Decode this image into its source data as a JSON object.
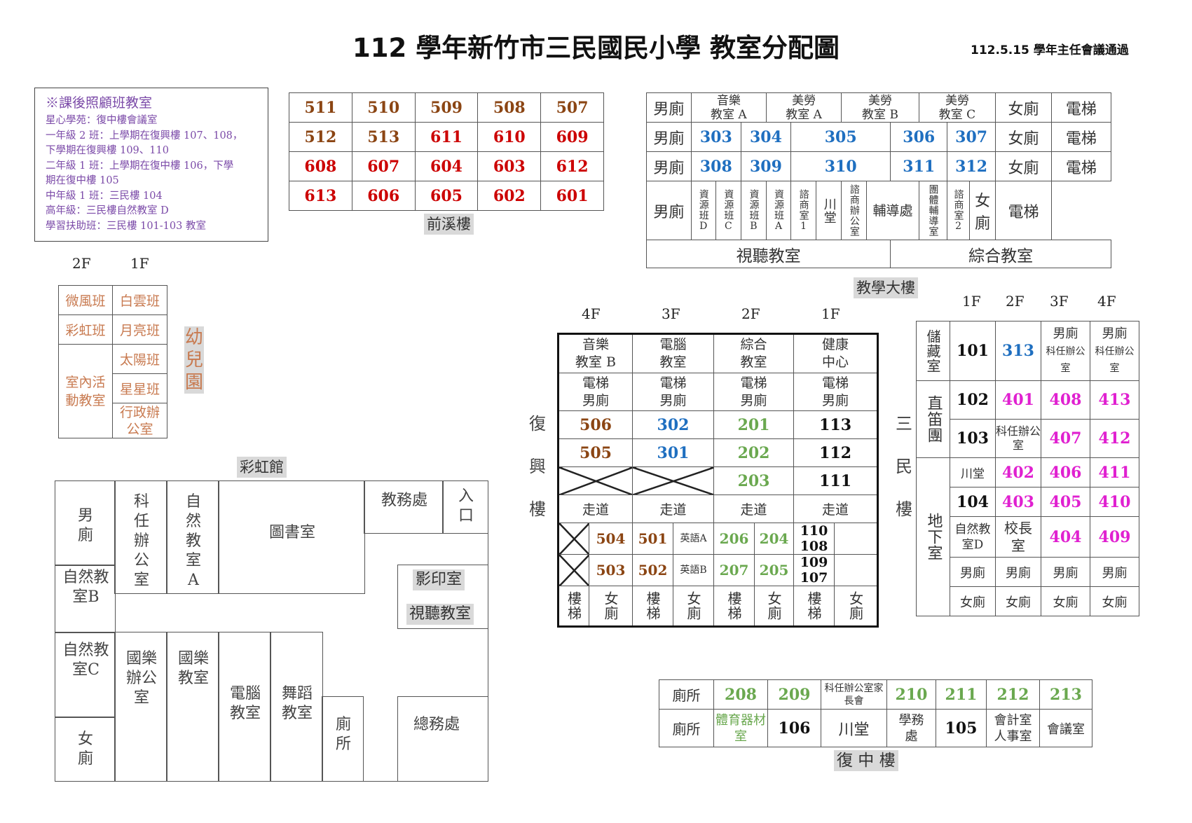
{
  "title": "112 學年新竹市三民國民小學  教室分配圖",
  "approval": "112.5.15 學年主任會議通過",
  "after_school": {
    "heading": "※課後照顧班教室",
    "lines": [
      "星心學苑：復中樓會議室",
      "一年級 2 班：上學期在復興樓 107、108，",
      "下學期在復興樓 109、110",
      "二年級 1 班：上學期在復中樓 106，下學",
      "期在復中樓 105",
      "中年級 1 班：三民樓 104",
      "高年級：三民樓自然教室 D",
      "學習扶助班：三民樓 101-103 教室"
    ]
  },
  "qianxi": {
    "name": "前溪樓",
    "rows": [
      [
        "511",
        "510",
        "509",
        "508",
        "507"
      ],
      [
        "512",
        "513",
        "611",
        "610",
        "609"
      ],
      [
        "608",
        "607",
        "604",
        "603",
        "612"
      ],
      [
        "613",
        "606",
        "605",
        "602",
        "601"
      ]
    ]
  },
  "teaching": {
    "name": "教學大樓",
    "male": "男廁",
    "female": "女廁",
    "elevator": "電梯",
    "row1": [
      "音樂教室 A",
      "美勞教室 A",
      "美勞教室 B",
      "美勞教室 C"
    ],
    "row1_lines": [
      [
        "音樂",
        "教室 A"
      ],
      [
        "美勞",
        "教室 A"
      ],
      [
        "美勞",
        "教室 B"
      ],
      [
        "美勞",
        "教室 C"
      ]
    ],
    "row2": [
      "303",
      "304",
      "305",
      "306",
      "307"
    ],
    "row3": [
      "308",
      "309",
      "310",
      "311",
      "312"
    ],
    "row4": {
      "res_d": "資源班D",
      "res_c": "資源班C",
      "res_b": "資源班B",
      "res_a": "資源班A",
      "counsel1": "諮商室1",
      "chuantang": "川堂",
      "counsel_office": "諮商辦公室",
      "guidance": "輔導處",
      "group_counsel": "團體輔導室",
      "counsel2": "諮商室2"
    },
    "av_room": "視聽教室",
    "multi_room": "綜合教室"
  },
  "kindergarten": {
    "name": "幼兒園",
    "floors": [
      "2F",
      "1F"
    ],
    "rows": [
      [
        "微風班",
        "白雲班"
      ],
      [
        "彩虹班",
        "月亮班"
      ]
    ],
    "activity": "室內活動教室",
    "sun": "太陽班",
    "star": "星星班",
    "admin": "行政辦公室"
  },
  "rainbow": {
    "name": "彩虹館",
    "male": "男廁",
    "science_b": "自然教室B",
    "subject_office": "科任辦公室",
    "science_a": "自然教室A",
    "library": "圖書室",
    "academic": "教務處",
    "entrance": "入口",
    "copy": "影印室",
    "av": "視聽教室",
    "science_c": "自然教室C",
    "music_office": "國樂辦公室",
    "music_room": "國樂教室",
    "computer": "電腦教室",
    "dance": "舞蹈教室",
    "toilet": "廁所",
    "general": "總務處",
    "female": "女廁"
  },
  "fuxing": {
    "name": "復興樓",
    "floors": [
      "4F",
      "3F",
      "2F",
      "1F"
    ],
    "special": [
      [
        "音樂",
        "教室 B"
      ],
      [
        "電腦",
        "教室"
      ],
      [
        "綜合",
        "教室"
      ],
      [
        "健康",
        "中心"
      ]
    ],
    "elevator_male": [
      "電梯",
      "男廁"
    ],
    "row_a": [
      "506",
      "302",
      "201",
      "113"
    ],
    "row_b": [
      "505",
      "301",
      "202",
      "112"
    ],
    "row_c": [
      "203",
      "111"
    ],
    "corridor": "走道",
    "row_d": [
      "504",
      "501",
      "英語A",
      "206",
      "204",
      "110",
      "108"
    ],
    "row_e": [
      "503",
      "502",
      "英語B",
      "207",
      "205",
      "109",
      "107"
    ],
    "stair": "樓梯",
    "female": "女廁"
  },
  "sanmin": {
    "name": "三民樓",
    "floors": [
      "1F",
      "2F",
      "3F",
      "4F"
    ],
    "storage": "儲藏室",
    "bamboo": "直笛團",
    "basement": "地下室",
    "male": "男廁",
    "female": "女廁",
    "subject_office": "科任辦公室",
    "chuantang": "川堂",
    "science_d": "自然教室D",
    "principal": "校長室",
    "r101": "101",
    "r313": "313",
    "r102": "102",
    "r401": "401",
    "r408": "408",
    "r413": "413",
    "r103": "103",
    "r407": "407",
    "r412": "412",
    "r402": "402",
    "r406": "406",
    "r411": "411",
    "r104": "104",
    "r403": "403",
    "r405": "405",
    "r410": "410",
    "r404": "404",
    "r409": "409"
  },
  "fuzhong": {
    "name": "復 中 樓",
    "toilet": "廁所",
    "row1": [
      "208",
      "209",
      "科任辦公室家長會",
      "210",
      "211",
      "212",
      "213"
    ],
    "row2": [
      "體育器材室",
      "106",
      "川堂",
      "學務處",
      "105",
      "會計室人事室",
      "會議室"
    ]
  },
  "colors": {
    "red": "#cc0000",
    "blue": "#1f6fc0",
    "green": "#6aa84f",
    "brown": "#8b4513",
    "magenta": "#e020d0",
    "orange": "#c87a50",
    "purple": "#7b4aa8"
  }
}
